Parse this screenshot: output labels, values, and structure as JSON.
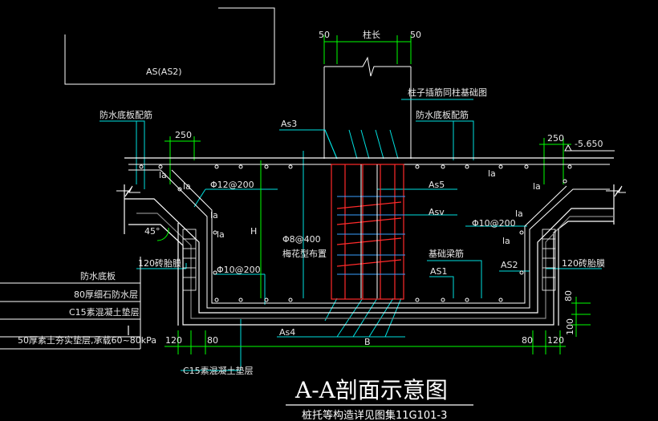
{
  "colors": {
    "background": "#000000",
    "outline": "#ffffff",
    "leader": "#00e0e0",
    "dimension": "#00ff00",
    "column_rebar": "#ff2a2a",
    "inner_rebar": "#3aa0ff",
    "label": "#e8e8e8"
  },
  "labels": {
    "as_as2": "AS(AS2)",
    "dim_50_left": "50",
    "dim_column": "柱长",
    "dim_50_right": "50",
    "column_note": "柱子插筋同柱基础图",
    "waterproof_left": "防水底板配筋",
    "waterproof_right": "防水底板配筋",
    "as3": "As3",
    "dim_250_left": "250",
    "dim_250_right": "250",
    "elevation": "-5.650",
    "la_1": "la",
    "la_2": "la",
    "la_3": "la",
    "la_4": "la",
    "la_5": "la",
    "la_6": "la",
    "la_7": "la",
    "la_8": "la",
    "rebar_12_200": "Φ12@200",
    "as5": "As5",
    "asv": "Asv",
    "rebar_10_200_right": "Φ10@200",
    "angle_45": "45°",
    "height_h": "H",
    "rebar_8_400": "Φ8@400",
    "rebar_8_400_note": "梅花型布置",
    "foundation_beam": "基础梁筋",
    "as2": "AS2",
    "as1": "AS1",
    "brick_left": "120砖胎膜",
    "brick_right": "120砖胎膜",
    "rebar_10_200_left": "Φ10@200",
    "dim_80_right_v": "80",
    "dim_100_right_v": "100",
    "legend_rows": [
      "防水底板",
      "80厚细石防水层",
      "C15素混凝土垫层",
      "50厚素土夯实垫层,承载60~80kPa"
    ],
    "as4": "As4",
    "width_b": "B",
    "dim_120_left": "120",
    "dim_80_left": "80",
    "dim_80_right": "80",
    "dim_120_right": "120",
    "c15_bottom": "C15素混凝土垫层",
    "title": "A-A剖面示意图",
    "subtitle": "桩托等构造详见图集11G101-3"
  }
}
